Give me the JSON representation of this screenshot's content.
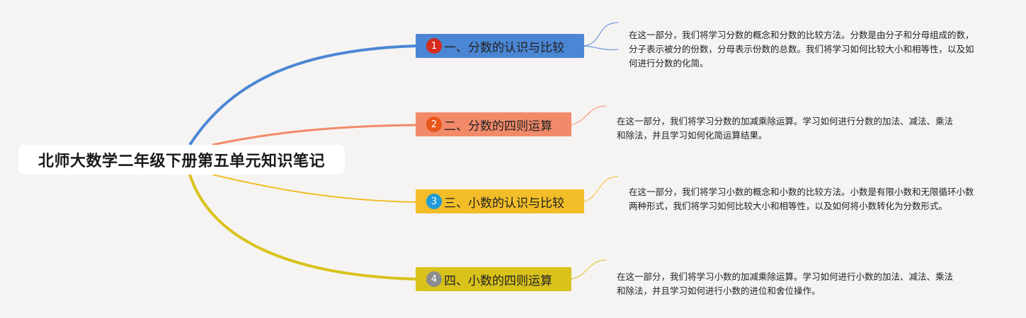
{
  "root": {
    "title": "北师大数学二年级下册第五单元知识笔记"
  },
  "branches": [
    {
      "number": "1",
      "title": "一、分数的认识与比较",
      "color": "#4a86d4",
      "badge_color": "#d62b1f",
      "description": "在这一部分，我们将学习分数的概念和分数的比较方法。分数是由分子和分母组成的数，分子表示被分的份数，分母表示份数的总数。我们将学习如何比较大小和相等性，以及如何进行分数的化简。"
    },
    {
      "number": "2",
      "title": "二、分数的四则运算",
      "color": "#f28a6a",
      "badge_color": "#e8561a",
      "description": "在这一部分，我们将学习分数的加减乘除运算。学习如何进行分数的加法、减法、乘法和除法，并且学习如何化简运算结果。"
    },
    {
      "number": "3",
      "title": "三、小数的认识与比较",
      "color": "#f2bd28",
      "badge_color": "#1f9bd6",
      "description": "在这一部分，我们将学习小数的概念和小数的比较方法。小数是有限小数和无限循环小数两种形式，我们将学习如何比较大小和相等性，以及如何将小数转化为分数形式。"
    },
    {
      "number": "4",
      "title": "四、小数的四则运算",
      "color": "#d9c21c",
      "badge_color": "#8c8c8c",
      "description": "在这一部分，我们将学习小数的加减乘除运算。学习如何进行小数的加法、减法、乘法和除法，并且学习如何进行小数的进位和舍位操作。"
    }
  ]
}
